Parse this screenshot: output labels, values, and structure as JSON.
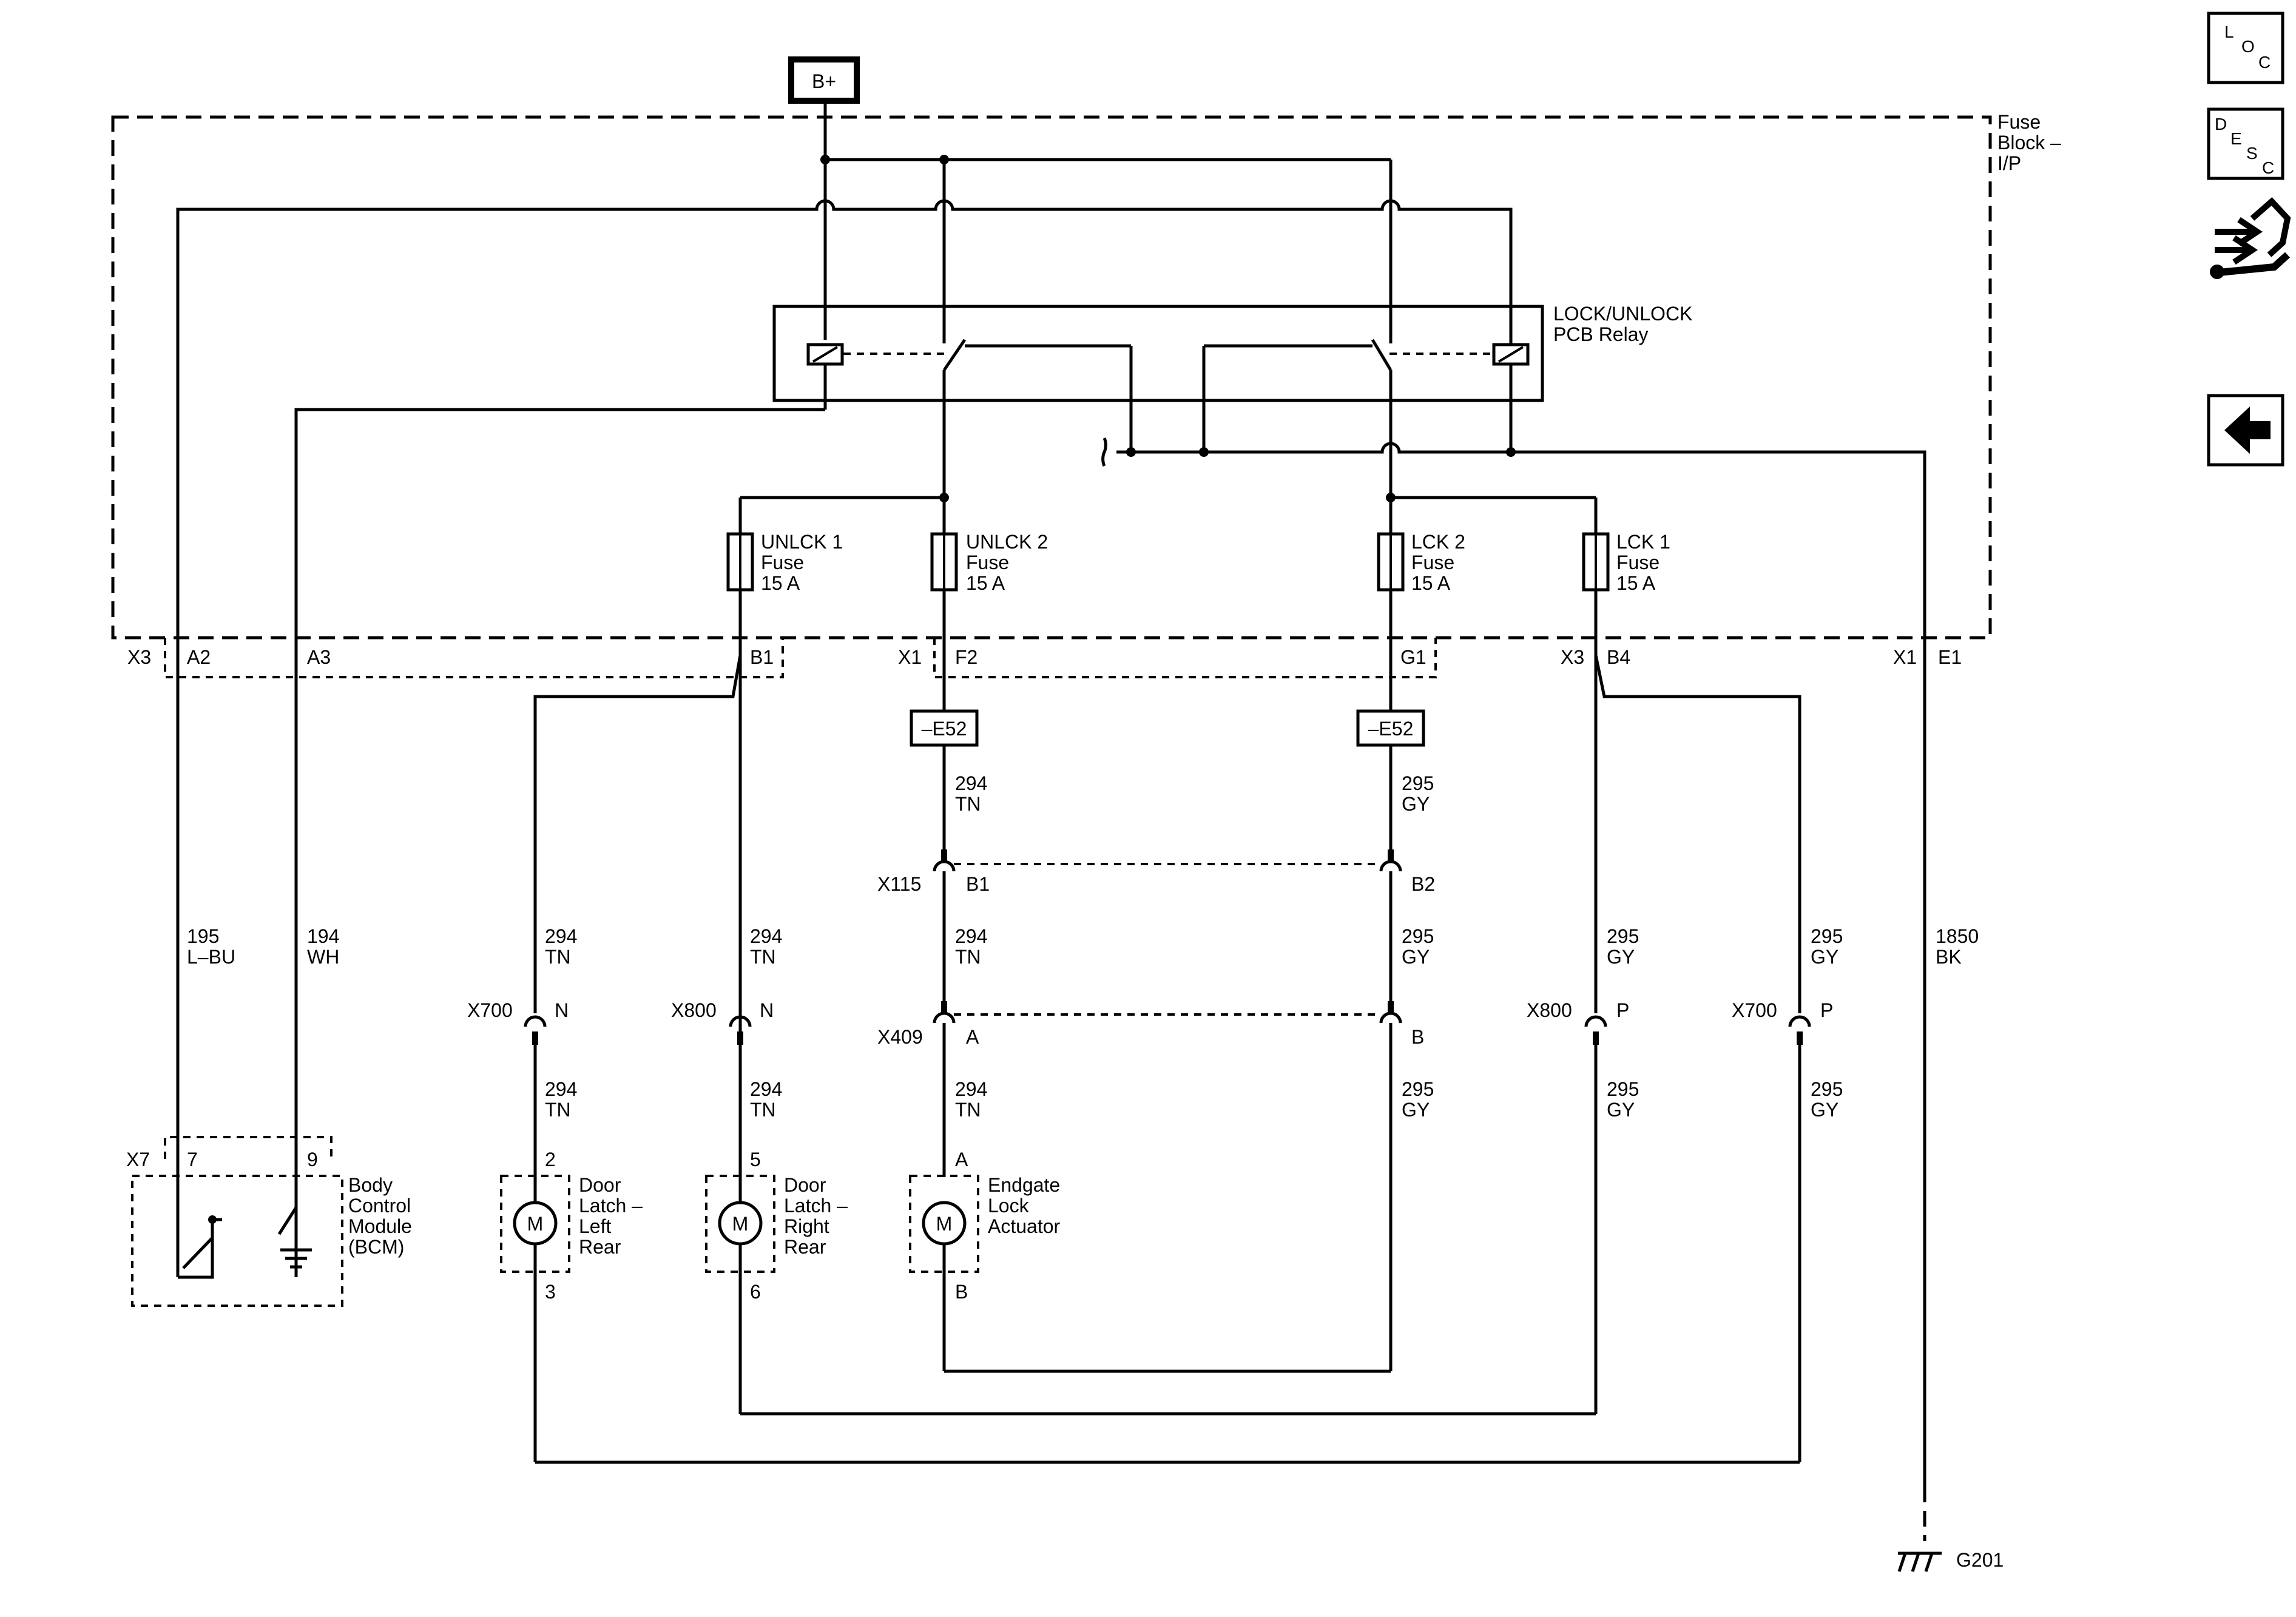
{
  "source": {
    "label": "B+"
  },
  "fuse_block": {
    "label_line1": "Fuse",
    "label_line2": "Block –",
    "label_line3": "I/P"
  },
  "relay": {
    "label_line1": "LOCK/UNLOCK",
    "label_line2": "PCB Relay"
  },
  "fuses": [
    {
      "name": "UNLCK 1",
      "type": "Fuse",
      "rating": "15 A"
    },
    {
      "name": "UNLCK 2",
      "type": "Fuse",
      "rating": "15 A"
    },
    {
      "name": "LCK 2",
      "type": "Fuse",
      "rating": "15 A"
    },
    {
      "name": "LCK 1",
      "type": "Fuse",
      "rating": "15 A"
    }
  ],
  "fuse_block_pins": {
    "x3_left": "X3",
    "a2": "A2",
    "a3": "A3",
    "b1": "B1",
    "x1_mid": "X1",
    "f2": "F2",
    "g1": "G1",
    "x3_right": "X3",
    "b4": "B4",
    "x1_right": "X1",
    "e1": "E1"
  },
  "splices": {
    "e52_left": "–E52",
    "e52_right": "–E52"
  },
  "wires": {
    "w195": {
      "circuit": "195",
      "color": "L–BU"
    },
    "w194": {
      "circuit": "194",
      "color": "WH"
    },
    "w294": {
      "circuit": "294",
      "color": "TN"
    },
    "w295": {
      "circuit": "295",
      "color": "GY"
    },
    "w1850": {
      "circuit": "1850",
      "color": "BK"
    }
  },
  "connectors": {
    "x115": "X115",
    "x115_b1": "B1",
    "x115_b2": "B2",
    "x409": "X409",
    "x409_a": "A",
    "x409_b": "B",
    "x700": "X700",
    "x800": "X800",
    "pin_n": "N",
    "pin_p": "P",
    "x7": "X7",
    "x7_pin7": "7",
    "x7_pin9": "9"
  },
  "components": {
    "bcm": {
      "line1": "Body",
      "line2": "Control",
      "line3": "Module",
      "line4": "(BCM)"
    },
    "door_lr": {
      "line1": "Door",
      "line2": "Latch –",
      "line3": "Left",
      "line4": "Rear",
      "pin_top": "2",
      "pin_bottom": "3"
    },
    "door_rr": {
      "line1": "Door",
      "line2": "Latch –",
      "line3": "Right",
      "line4": "Rear",
      "pin_top": "5",
      "pin_bottom": "6"
    },
    "endgate": {
      "line1": "Endgate",
      "line2": "Lock",
      "line3": "Actuator",
      "pin_top": "A",
      "pin_bottom": "B"
    },
    "motor_label": "M"
  },
  "ground": {
    "label": "G201"
  },
  "side_nav": {
    "loc": {
      "l": "L",
      "o": "O",
      "c": "C"
    },
    "desc": {
      "d": "D",
      "e": "E",
      "s": "S",
      "c": "C"
    },
    "icons": [
      "connector-tool-icon",
      "back-arrow-icon"
    ]
  }
}
